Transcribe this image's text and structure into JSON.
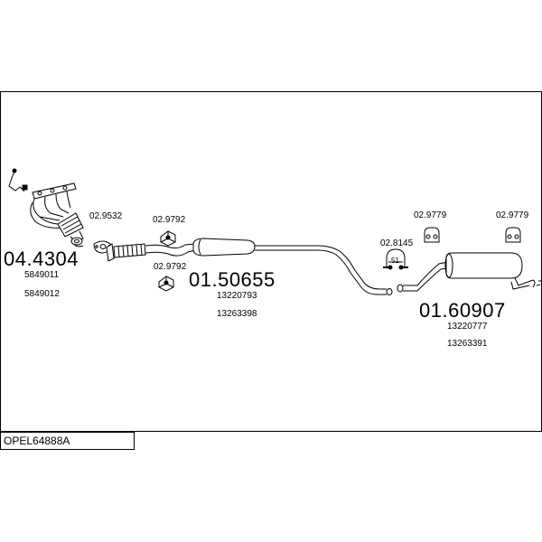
{
  "diagram": {
    "title": "OPEL64888A",
    "parts": [
      {
        "id": "manifold",
        "part_number": "04.4304",
        "oem": [
          "5849011",
          "5849012"
        ]
      },
      {
        "id": "front-pipe",
        "part_number": "01.50655",
        "oem": [
          "13220793",
          "13263398"
        ]
      },
      {
        "id": "rear-silencer",
        "part_number": "01.60907",
        "oem": [
          "13220777",
          "13263391"
        ]
      }
    ],
    "accessories": [
      {
        "id": "gasket",
        "part_number": "02.9532"
      },
      {
        "id": "rubber-mount-a",
        "part_number": "02.9792"
      },
      {
        "id": "rubber-mount-b",
        "part_number": "02.9792"
      },
      {
        "id": "clamp",
        "part_number": "02.8145",
        "clamp_size": "51"
      },
      {
        "id": "hanger-a",
        "part_number": "02.9779"
      },
      {
        "id": "hanger-b",
        "part_number": "02.9779"
      }
    ]
  }
}
